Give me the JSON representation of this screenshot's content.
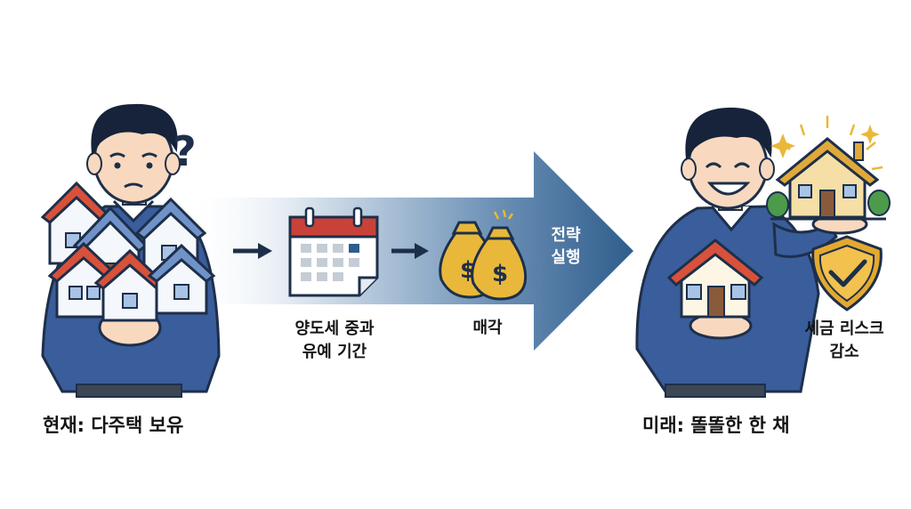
{
  "left": {
    "caption": "현재: 다주택 보유",
    "question_mark": "?"
  },
  "steps": {
    "calendar": {
      "label_line1": "양도세 중과",
      "label_line2": "유예 기간"
    },
    "money": {
      "label": "매각",
      "currency_symbol": "$"
    },
    "arrow": {
      "label_line1": "전략",
      "label_line2": "실행"
    }
  },
  "right": {
    "caption": "미래: 똘똘한 한 채",
    "shield_label_line1": "세금 리스크",
    "shield_label_line2": "감소"
  },
  "colors": {
    "arrow_blue": "#2f5d8c",
    "navy": "#1d2f4a",
    "sweater": "#3a5d9b",
    "roof_red": "#d8513a",
    "gold": "#e9b83a",
    "shield_gold": "#e3a92f",
    "calendar_red": "#c8423a",
    "house_blue": "#6f93c8"
  }
}
